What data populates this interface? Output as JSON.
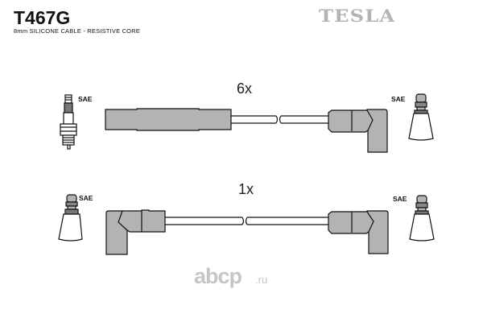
{
  "header": {
    "part_number": "T467G",
    "description": "8mm SILICONE CABLE - RESISTIVE CORE",
    "brand_logo": "TESLA"
  },
  "cables": [
    {
      "quantity": "6x",
      "left_connector_label": "SAE",
      "right_connector_label": "SAE"
    },
    {
      "quantity": "1x",
      "left_connector_label": "SAE",
      "right_connector_label": "SAE"
    }
  ],
  "watermark": {
    "main": "abcp",
    "suffix": ".ru"
  },
  "colors": {
    "boot_fill": "#b3b3b3",
    "outline": "#111111",
    "brand_gray": "#b4b4b4"
  }
}
